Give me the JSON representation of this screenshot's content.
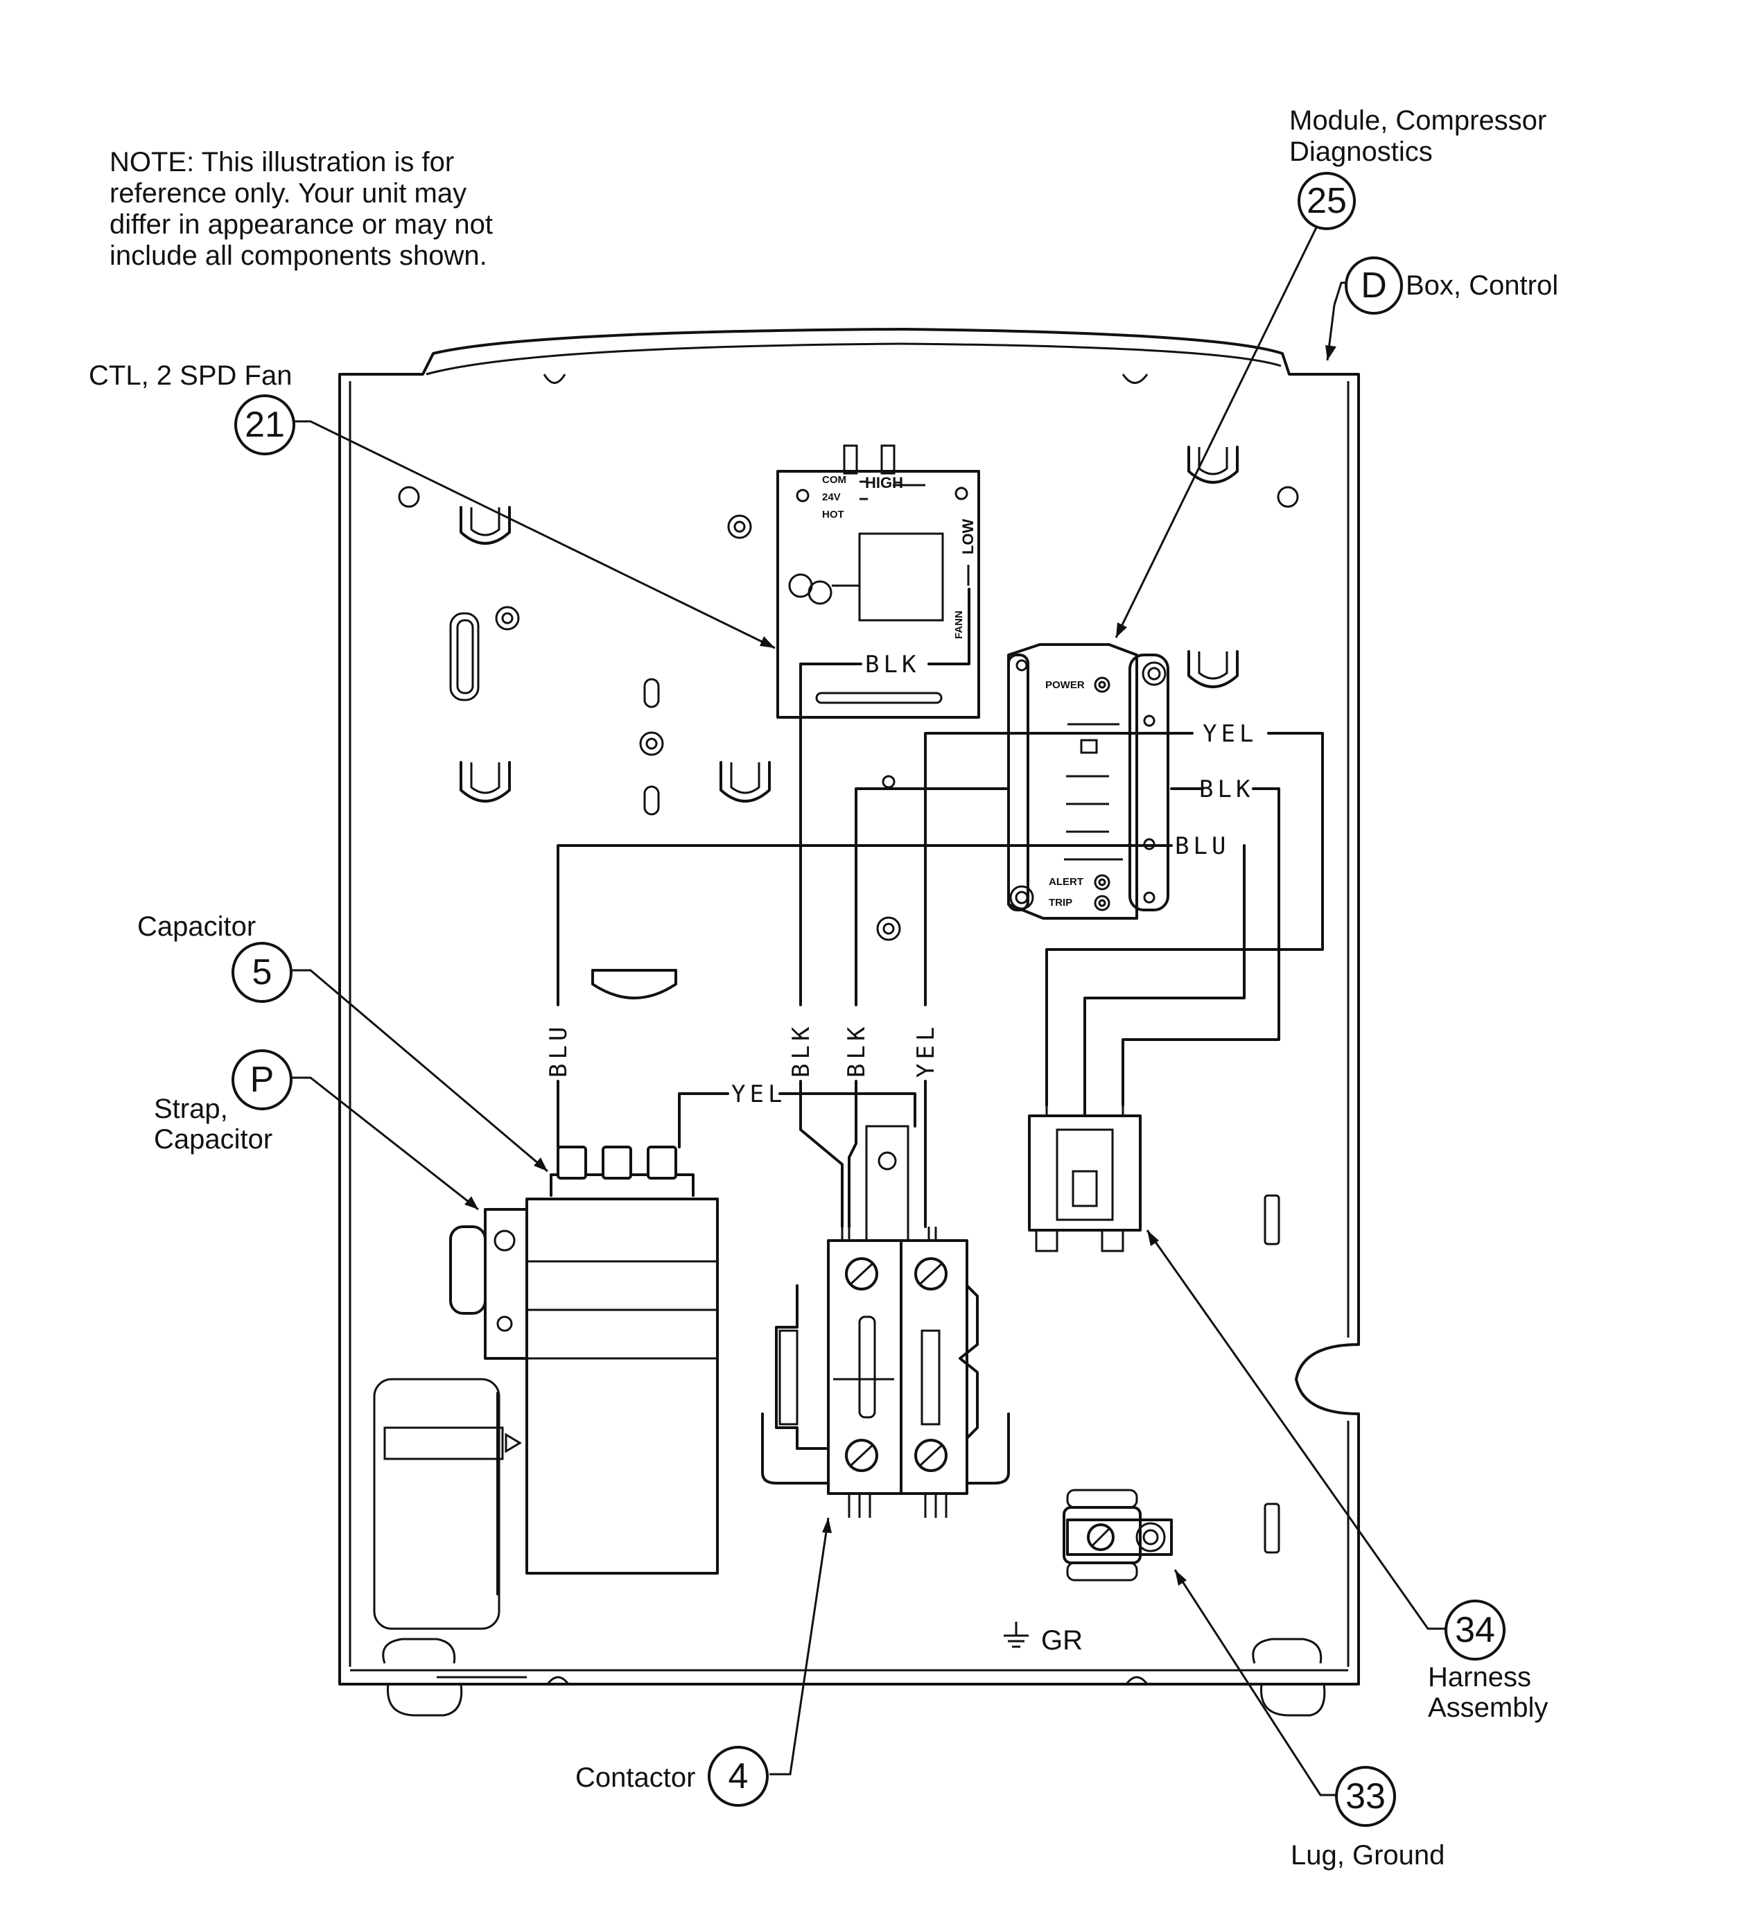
{
  "note": {
    "line1": "NOTE: This illustration is for",
    "line2": "reference only. Your unit may",
    "line3": "differ in appearance or may not",
    "line4": "include all components shown."
  },
  "callouts": {
    "c25": {
      "number": "25",
      "label1": "Module, Compressor",
      "label2": "Diagnostics"
    },
    "cD": {
      "number": "D",
      "label1": "Box, Control"
    },
    "c21": {
      "number": "21",
      "label1": "CTL, 2 SPD Fan"
    },
    "c5": {
      "number": "5",
      "label1": "Capacitor"
    },
    "cP": {
      "number": "P",
      "label1": "Strap,",
      "label2": "Capacitor"
    },
    "c4": {
      "number": "4",
      "label1": "Contactor"
    },
    "c34": {
      "number": "34",
      "label1": "Harness",
      "label2": "Assembly"
    },
    "c33": {
      "number": "33",
      "label1": "Lug, Ground"
    }
  },
  "wires": {
    "blk": "BLK",
    "yel": "YEL",
    "blu": "BLU"
  },
  "board": {
    "high": "HIGH",
    "low": "LOW",
    "com": "COM",
    "v24": "24V",
    "hot": "HOT",
    "fan": "FANN"
  },
  "module": {
    "power": "POWER",
    "alert": "ALERT",
    "trip": "TRIP"
  },
  "ground": "GR"
}
